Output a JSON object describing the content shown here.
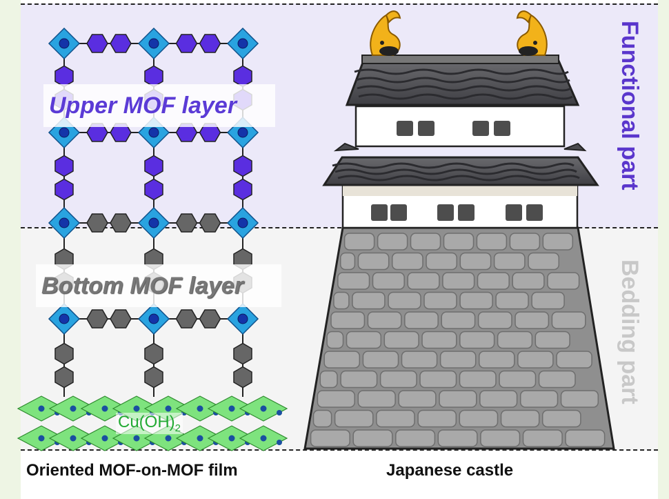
{
  "labels": {
    "upper_layer": "Upper MOF layer",
    "bottom_layer": "Bottom MOF layer",
    "functional": "Functional part",
    "bedding": "Bedding part",
    "substrate_main": "Cu(OH)",
    "substrate_sub": "2",
    "left_caption": "Oriented MOF-on-MOF film",
    "right_caption": "Japanese castle"
  },
  "colors": {
    "upper_band": "#ece9f9",
    "bottom_band": "#f4f4f4",
    "upper_linker": "#5a2ee0",
    "bottom_linker": "#666666",
    "node": "#29a3e0",
    "substrate": "#7ee37e",
    "stone": "#8f8f8f",
    "roof": "#555558",
    "ornament": "#f2b21a"
  }
}
